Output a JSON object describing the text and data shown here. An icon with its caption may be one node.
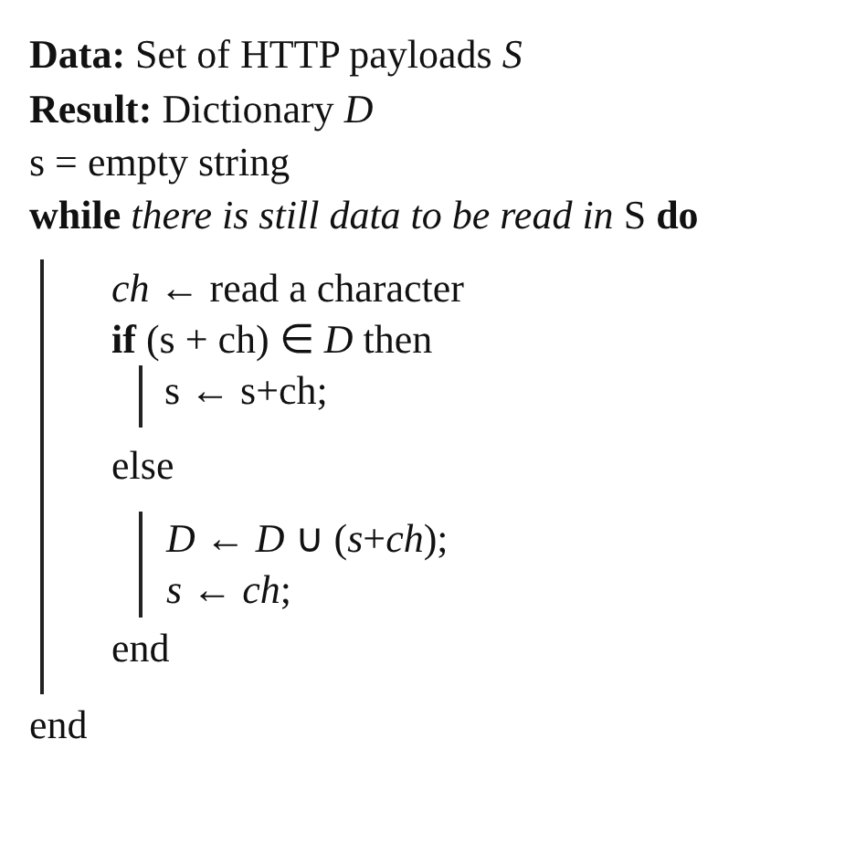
{
  "diagram": {
    "labels": [
      "**Data:** Set of HTTP payloads *S*",
      "**Result:** Dictionary *D*",
      "s = empty string",
      "**while** *there is still data to be read in* S **do**",
      "*ch* ← read a character",
      "**if** (s + ch) ∈ *D* then",
      "s ← s+ch;",
      "else",
      "*D* ← *D* ∪ (*s*+*ch*);",
      "*s* ← *ch*;",
      "end",
      "end"
    ]
  }
}
